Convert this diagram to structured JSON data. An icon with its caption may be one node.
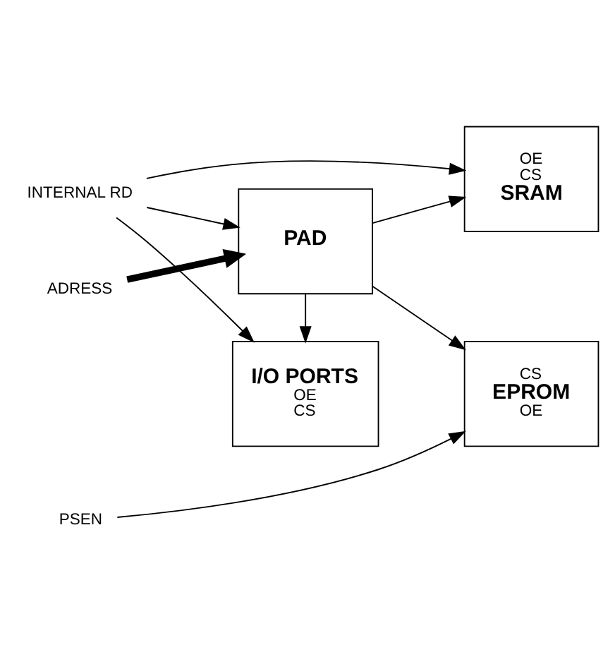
{
  "diagram": {
    "nodes": [
      {
        "text": [
          "I/O PORTS",
          "OE",
          "CS"
        ]
      },
      {
        "text": [
          "INTERNAL RD"
        ]
      },
      {
        "text": [
          "ADRESS"
        ]
      },
      {
        "text": [
          "PAD"
        ]
      },
      {
        "text": [
          "OE",
          "CS",
          "SRAM"
        ]
      },
      {
        "text": [
          "PSEN"
        ]
      },
      {
        "text": [
          "CS",
          "EPROM",
          "OE"
        ]
      }
    ],
    "edges": [
      {
        "from": 1,
        "to": 0,
        "arrow": "to"
      },
      {
        "from": 1,
        "to": 3,
        "arrow": "to"
      },
      {
        "from": 1,
        "to": 4,
        "arrow": "to"
      },
      {
        "from": 3,
        "to": 0,
        "arrow": "to"
      },
      {
        "from": 2,
        "to": 3,
        "arrow": "to",
        "style": "thick"
      },
      {
        "from": 3,
        "to": 4,
        "arrow": "to"
      },
      {
        "from": 3,
        "to": 6,
        "arrow": "to"
      },
      {
        "from": 5,
        "to": 6,
        "arrow": "to"
      }
    ]
  }
}
